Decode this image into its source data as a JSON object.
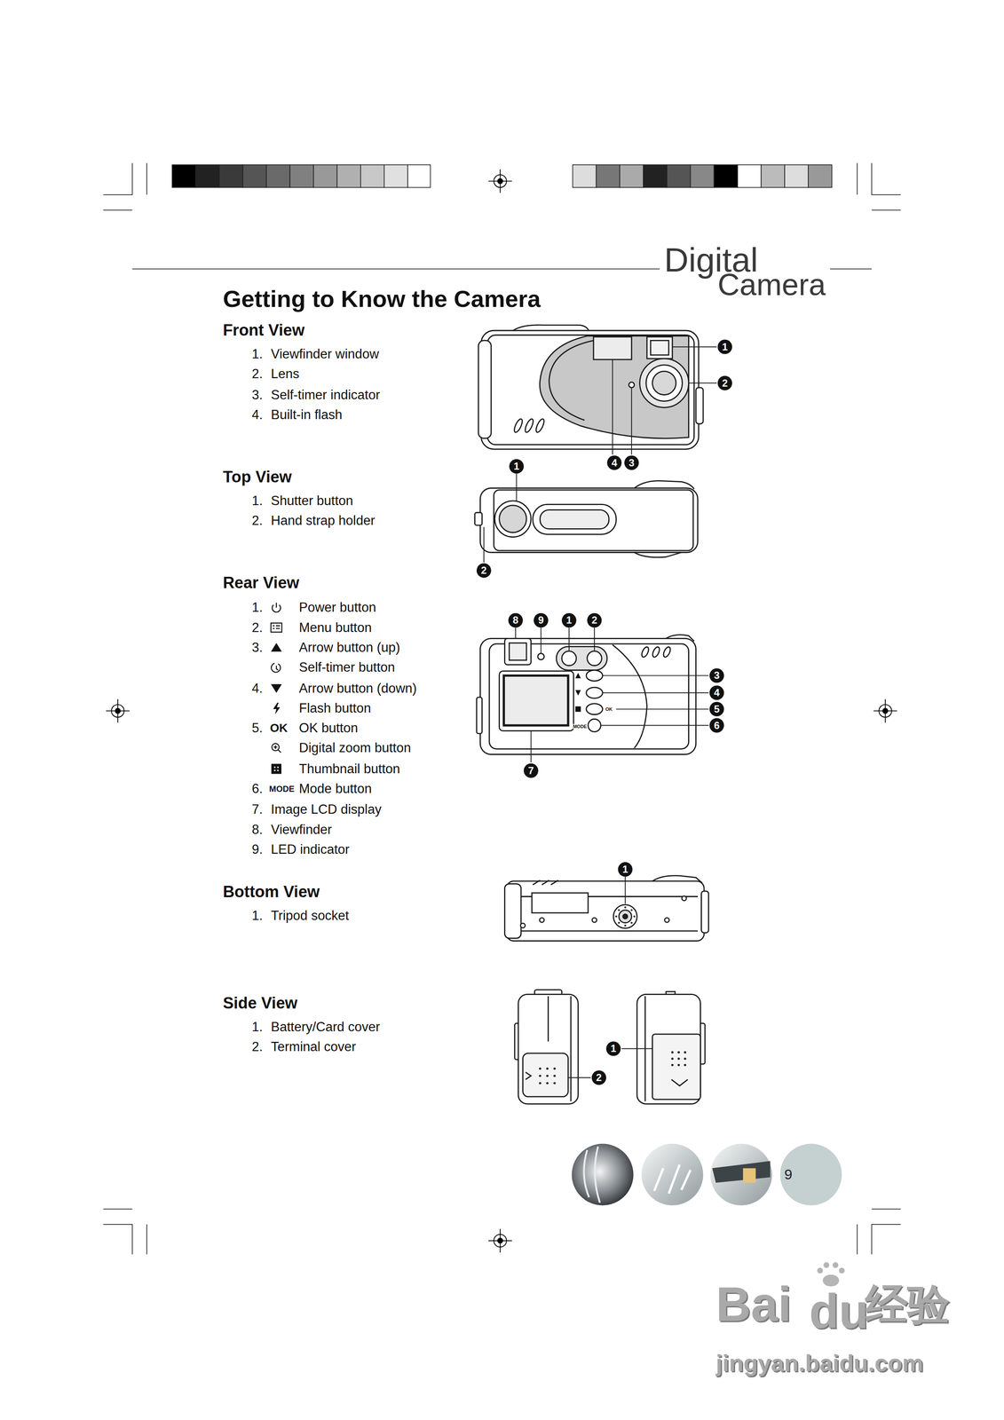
{
  "diagram": {
    "title": "Getting to Know the Camera",
    "labels": [
      "Digital",
      "Camera",
      "Front View",
      "1.",
      "Viewfinder window",
      "2.",
      "Lens",
      "3.",
      "Self-timer indicator",
      "4.",
      "Built-in flash",
      "Top View",
      "1.",
      "Shutter button",
      "2.",
      "Hand strap holder",
      "Rear View",
      "1.",
      "Power button",
      "2.",
      "Menu button",
      "3.",
      "Arrow button (up)",
      "Self-timer button",
      "4.",
      "Arrow button (down)",
      "Flash button",
      "5.",
      "OK",
      "OK button",
      "Digital zoom button",
      "Thumbnail button",
      "6.",
      "MODE",
      "Mode button",
      "7.",
      "Image LCD display",
      "8.",
      "Viewfinder",
      "9.",
      "LED indicator",
      "Bottom View",
      "1.",
      "Tripod socket",
      "Side View",
      "1.",
      "Battery/Card cover",
      "2.",
      "Terminal cover",
      "1",
      "2",
      "4",
      "3",
      "1",
      "2",
      "8",
      "9",
      "1",
      "2",
      "3",
      "4",
      "5",
      "6",
      "7",
      "1",
      "1",
      "2",
      "OK",
      "MODE",
      "9",
      "Bai",
      "du",
      "经验",
      "jingyan.baidu.com"
    ]
  }
}
